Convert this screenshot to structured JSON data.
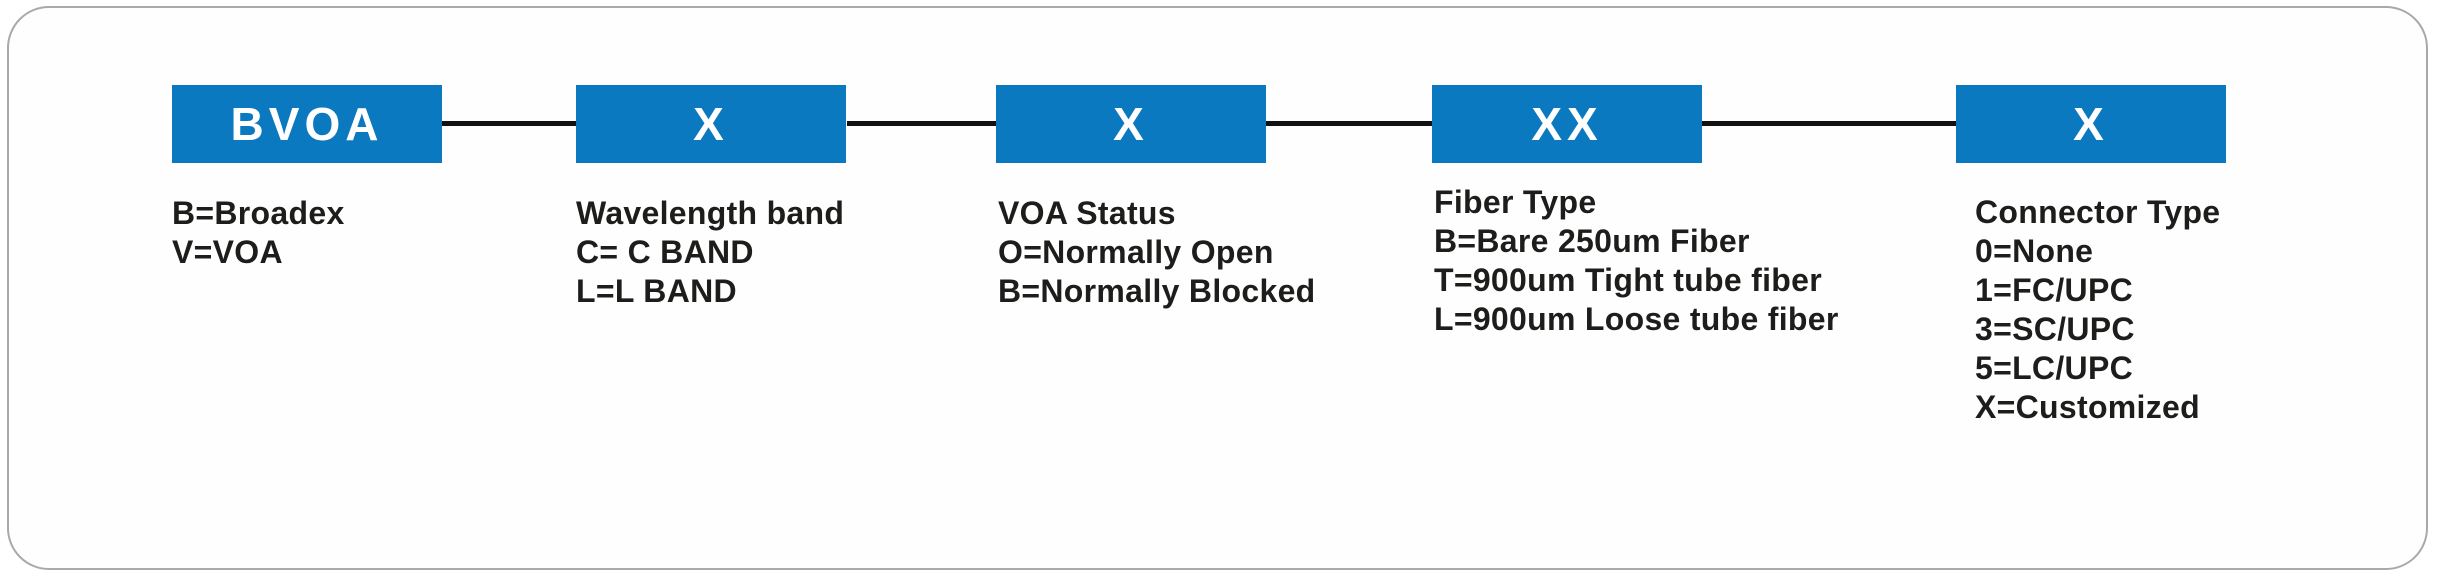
{
  "diagram": {
    "title_hint": "BVOA part-number ordering code diagram",
    "colors": {
      "box_blue": "#0b79bf",
      "box_label_white": "#ffffff",
      "text_black": "#1d1d1b",
      "connector_black": "#121212",
      "card_border_gray": "#a9a9a9"
    },
    "groups": [
      {
        "code": "BVOA",
        "lines": [
          "B=Broadex",
          "V=VOA"
        ]
      },
      {
        "code": "X",
        "lines": [
          "Wavelength band",
          "C= C BAND",
          "L=L BAND"
        ]
      },
      {
        "code": "X",
        "lines": [
          "VOA Status",
          "O=Normally Open",
          "B=Normally Blocked"
        ]
      },
      {
        "code": "XX",
        "lines": [
          "Fiber Type",
          "B=Bare 250um Fiber",
          "T=900um Tight tube fiber",
          "L=900um Loose tube fiber"
        ]
      },
      {
        "code": "X",
        "lines": [
          "Connector Type",
          "0=None",
          "1=FC/UPC",
          "3=SC/UPC",
          "5=LC/UPC",
          "X=Customized"
        ]
      }
    ]
  }
}
